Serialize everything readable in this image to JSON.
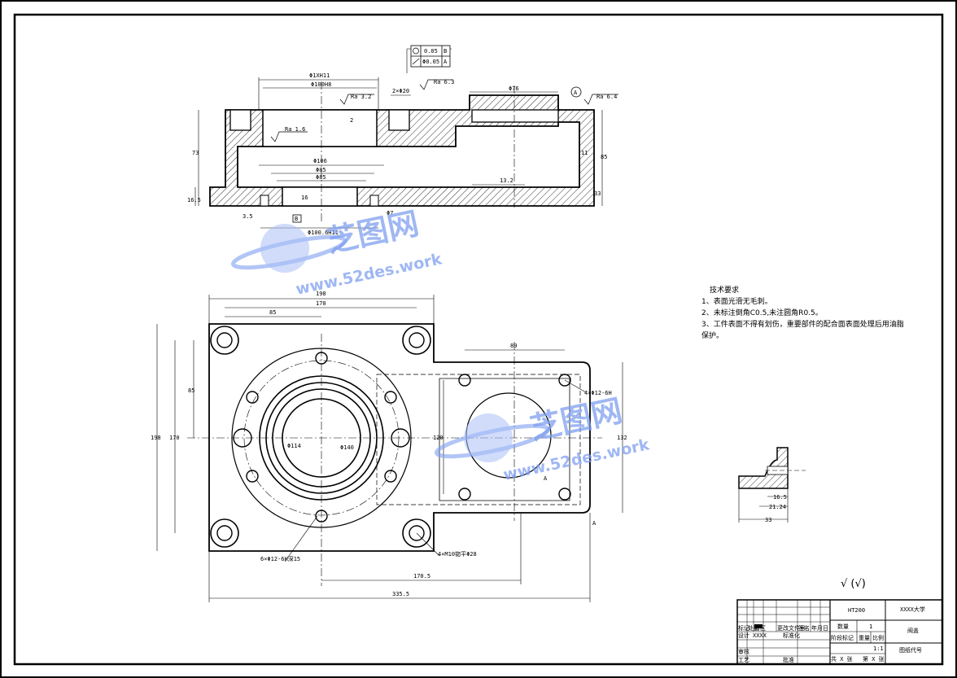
{
  "top_view": {
    "gdt_1": "0.05",
    "gdt_1_ref": "B",
    "gdt_2": "Φ0.05",
    "gdt_2_ref": "A",
    "dim_phi1xh11": "Φ1XH11",
    "dim_phi100h8": "Φ100H8",
    "dim_2phi20": "2×Φ20",
    "dim_phi76": "Φ76",
    "datum_a": "A",
    "ra_63": "Ra 6.3",
    "ra_32": "Ra 3.2",
    "ra_16": "Ra 1.6",
    "ra_64": "Ra 6.4",
    "dim_phi106": "Φ106",
    "dim_phi85a": "Φ85",
    "dim_phi85b": "Φ85",
    "dim_132": "13.2",
    "dim_33": "33",
    "dim_165": "16.5",
    "dim_35": "3.5",
    "datum_b": "B",
    "dim_phi1006": "Φ100.6H11",
    "dim_phi7": "Φ7",
    "dim_73": "73",
    "dim_85": "85",
    "dim_11": "11",
    "dim_16": "16",
    "dim_2": "2"
  },
  "plan_view": {
    "dim_198_top": "198",
    "dim_170_top": "170",
    "dim_85_top": "85",
    "dim_89": "89",
    "dim_85_left": "85",
    "dim_170_left": "170",
    "dim_198_left": "198",
    "dim_132": "132",
    "dim_120": "120",
    "dim_phi114": "Φ114",
    "dim_phi140": "Φ140",
    "note_holes_a": "6×Φ12-6H深15",
    "note_holes_b": "4×M10锪平Φ28",
    "note_holes_c": "4×Φ12-6H",
    "dim_1705": "170.5",
    "dim_3355": "335.5",
    "section_a": "A"
  },
  "detail_view": {
    "dim_165": "16.5",
    "dim_2124": "21.24",
    "dim_33": "33"
  },
  "tech_requirements": {
    "title": "技术要求",
    "items": [
      "1、表面光滑无毛刺。",
      "2、未标注倒角C0.5,未注圆角R0.5。",
      "3、工件表面不得有划伤，重要部件的配合面表面处理后用油脂",
      "保护。"
    ]
  },
  "roughness_symbol": "√ (√)",
  "title_block": {
    "material": "HT200",
    "university": "XXXX大学",
    "part_name": "阀盖",
    "qty_label": "数量",
    "qty_value": "1",
    "scale_label": "比例",
    "scale_value": "1:1",
    "drawing_no_label": "图纸代号",
    "stage_label": "阶段标记",
    "weight_label": "重量",
    "design_label": "设计",
    "designer": "XXXX",
    "std_label": "标准化",
    "check_label": "审核",
    "process_label": "工艺",
    "approve_label": "批准",
    "mark_label": "标记",
    "count_label": "处数",
    "zone_label": "分区",
    "doc_label": "更改文件号",
    "sign_label": "签名",
    "date_label": "年月日",
    "sheet_total": "共 X 张",
    "sheet_no": "第 X 张"
  },
  "watermark": {
    "brand": "芝图网",
    "url": "www.52des.work"
  },
  "colors": {
    "line": "#000000",
    "watermark": "#7f9ff0"
  }
}
